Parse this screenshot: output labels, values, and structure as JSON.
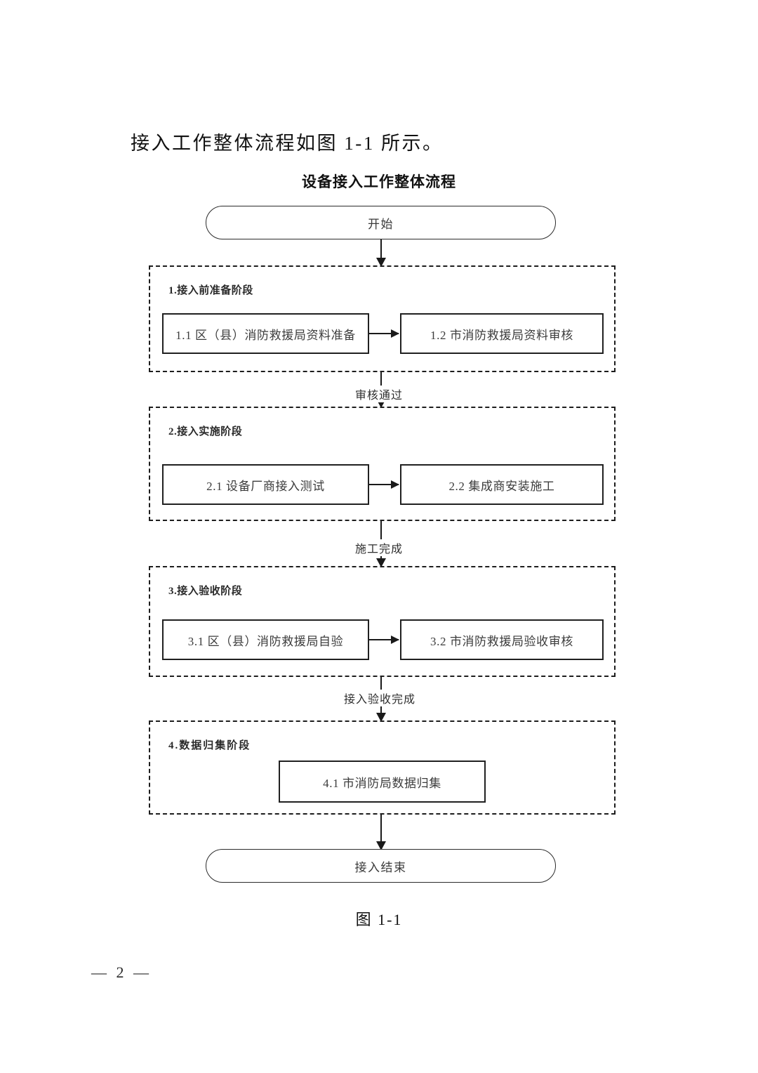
{
  "document": {
    "intro_sentence": "接入工作整体流程如图 1-1 所示。",
    "figure_caption": "图 1-1",
    "page_footer": "— 2 —"
  },
  "flowchart": {
    "title": "设备接入工作整体流程",
    "start_node": "开始",
    "end_node": "接入结束",
    "stages": [
      {
        "label": "1.接入前准备阶段",
        "steps": [
          {
            "id": "1.1",
            "text": "1.1 区（县）消防救援局资料准备"
          },
          {
            "id": "1.2",
            "text": "1.2 市消防救援局资料审核"
          }
        ]
      },
      {
        "label": "2.接入实施阶段",
        "steps": [
          {
            "id": "2.1",
            "text": "2.1 设备厂商接入测试"
          },
          {
            "id": "2.2",
            "text": "2.2 集成商安装施工"
          }
        ]
      },
      {
        "label": "3.接入验收阶段",
        "steps": [
          {
            "id": "3.1",
            "text": "3.1 区（县）消防救援局自验"
          },
          {
            "id": "3.2",
            "text": "3.2 市消防救援局验收审核"
          }
        ]
      },
      {
        "label": "4.数据归集阶段",
        "steps": [
          {
            "id": "4.1",
            "text": "4.1 市消防局数据归集"
          }
        ]
      }
    ],
    "edge_labels": [
      "审核通过",
      "施工完成",
      "接入验收完成"
    ],
    "colors": {
      "line": "#1a1a1a",
      "box_border": "#202020",
      "text": "#3c3c3c",
      "background": "#ffffff"
    }
  }
}
